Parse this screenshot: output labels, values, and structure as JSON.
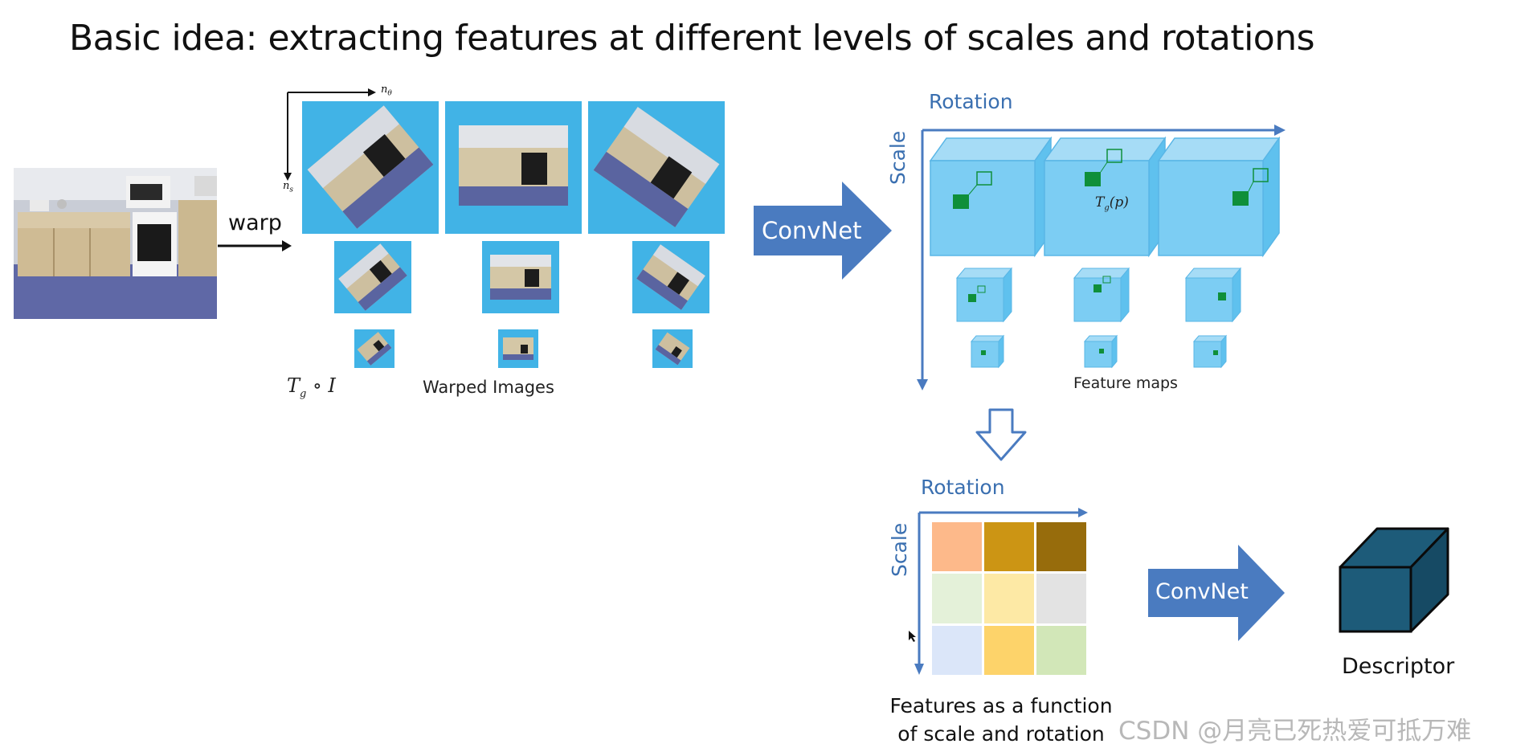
{
  "title": "Basic idea: extracting features at different levels of scales and rotations",
  "input": {
    "warp_label": "warp"
  },
  "warped": {
    "axis_theta": "n",
    "axis_theta_sub": "θ",
    "axis_s": "n",
    "axis_s_sub": "s",
    "formula_T": "T",
    "formula_sub": "g",
    "formula_rest": " ∘ I",
    "caption": "Warped Images"
  },
  "convnet1": {
    "label": "ConvNet"
  },
  "feature_maps": {
    "rotation_label": "Rotation",
    "scale_label": "Scale",
    "tg_label": "T",
    "tg_sub": "g",
    "tg_rest": "(p)",
    "caption": "Feature maps"
  },
  "grid": {
    "rotation_label": "Rotation",
    "scale_label": "Scale",
    "colors": [
      [
        "#fdb98a",
        "#cc9514",
        "#976c0c"
      ],
      [
        "#e4f1d9",
        "#fde9a5",
        "#e3e3e3"
      ],
      [
        "#dbe6f9",
        "#fdd36a",
        "#d2e7b8"
      ]
    ],
    "caption_line1": "Features as a function",
    "caption_line2": "of scale and rotation"
  },
  "convnet2": {
    "label": "ConvNet"
  },
  "descriptor": {
    "label": "Descriptor",
    "color": "#1d5b79"
  },
  "accent_blue": "#4a7bc0",
  "tile_blue": "#41b3e6",
  "watermark": "CSDN @月亮已死热爱可抵万难"
}
